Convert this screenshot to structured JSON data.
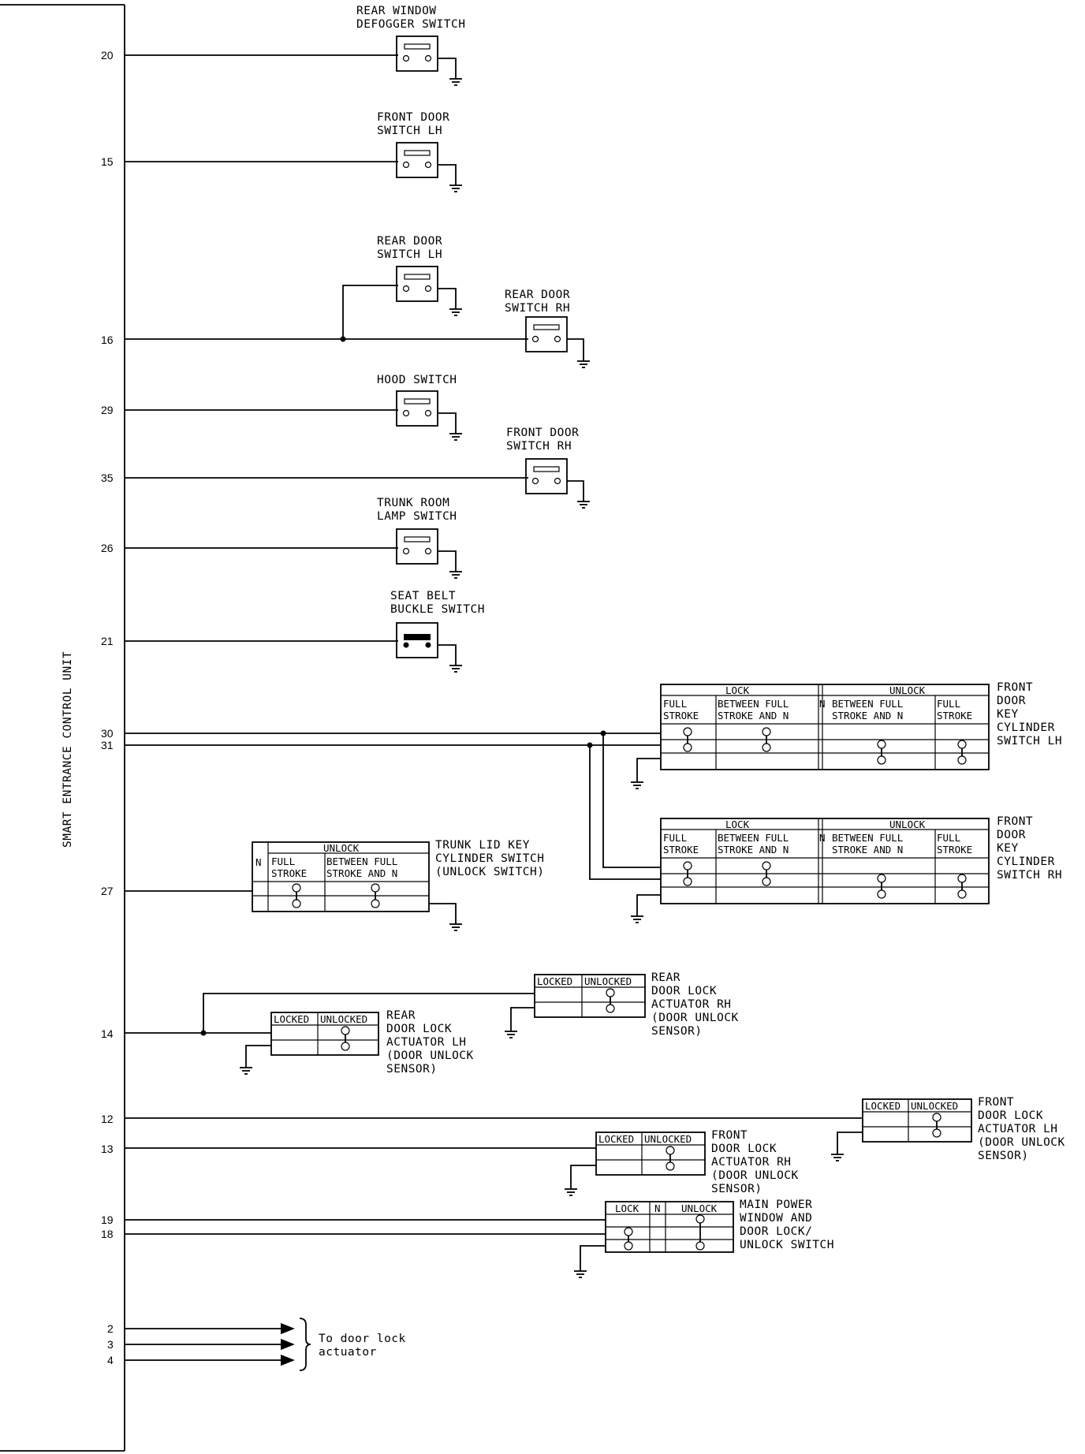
{
  "unit_label": "SMART ENTRANCE CONTROL UNIT",
  "pins": [
    "20",
    "15",
    "16",
    "29",
    "35",
    "26",
    "21",
    "30",
    "31",
    "27",
    "14",
    "12",
    "13",
    "19",
    "18",
    "2",
    "3",
    "4"
  ],
  "switches": {
    "rear_window_defogger": [
      "REAR WINDOW",
      "DEFOGGER SWITCH"
    ],
    "front_door_lh": [
      "FRONT DOOR",
      "SWITCH LH"
    ],
    "rear_door_lh": [
      "REAR DOOR",
      "SWITCH LH"
    ],
    "rear_door_rh": [
      "REAR DOOR",
      "SWITCH RH"
    ],
    "hood": [
      "HOOD SWITCH"
    ],
    "front_door_rh": [
      "FRONT DOOR",
      "SWITCH RH"
    ],
    "trunk_room_lamp": [
      "TRUNK ROOM",
      "LAMP SWITCH"
    ],
    "seat_belt_buckle": [
      "SEAT BELT",
      "BUCKLE SWITCH"
    ]
  },
  "key_cylinder_lh": {
    "title": [
      "FRONT",
      "DOOR",
      "KEY",
      "CYLINDER",
      "SWITCH LH"
    ],
    "lock": "LOCK",
    "unlock": "UNLOCK",
    "n": "N",
    "cols": [
      [
        "FULL",
        "STROKE"
      ],
      [
        "BETWEEN FULL",
        "STROKE AND N"
      ],
      [
        "BETWEEN FULL",
        "STROKE AND N"
      ],
      [
        "FULL",
        "STROKE"
      ]
    ]
  },
  "key_cylinder_rh": {
    "title": [
      "FRONT",
      "DOOR",
      "KEY",
      "CYLINDER",
      "SWITCH RH"
    ],
    "lock": "LOCK",
    "unlock": "UNLOCK",
    "n": "N",
    "cols": [
      [
        "FULL",
        "STROKE"
      ],
      [
        "BETWEEN FULL",
        "STROKE AND N"
      ],
      [
        "BETWEEN FULL",
        "STROKE AND N"
      ],
      [
        "FULL",
        "STROKE"
      ]
    ]
  },
  "trunk_lid_switch": {
    "title": [
      "TRUNK LID KEY",
      "CYLINDER SWITCH",
      "(UNLOCK SWITCH)"
    ],
    "unlock": "UNLOCK",
    "n": "N",
    "cols": [
      [
        "FULL",
        "STROKE"
      ],
      [
        "BETWEEN FULL",
        "STROKE AND N"
      ]
    ]
  },
  "actuator_headers": {
    "locked": "LOCKED",
    "unlocked": "UNLOCKED"
  },
  "rear_actuator_rh": [
    "REAR",
    "DOOR LOCK",
    "ACTUATOR RH",
    "(DOOR UNLOCK",
    "SENSOR)"
  ],
  "rear_actuator_lh": [
    "REAR",
    "DOOR LOCK",
    "ACTUATOR LH",
    "(DOOR UNLOCK",
    "SENSOR)"
  ],
  "front_actuator_lh": [
    "FRONT",
    "DOOR LOCK",
    "ACTUATOR LH",
    "(DOOR UNLOCK",
    "SENSOR)"
  ],
  "front_actuator_rh": [
    "FRONT",
    "DOOR LOCK",
    "ACTUATOR RH",
    "(DOOR UNLOCK",
    "SENSOR)"
  ],
  "main_power_window": {
    "title": [
      "MAIN POWER",
      "WINDOW AND",
      "DOOR LOCK/",
      "UNLOCK SWITCH"
    ],
    "lock": "LOCK",
    "n": "N",
    "unlock": "UNLOCK"
  },
  "door_lock_actuator_note": [
    "To door lock",
    "actuator"
  ]
}
